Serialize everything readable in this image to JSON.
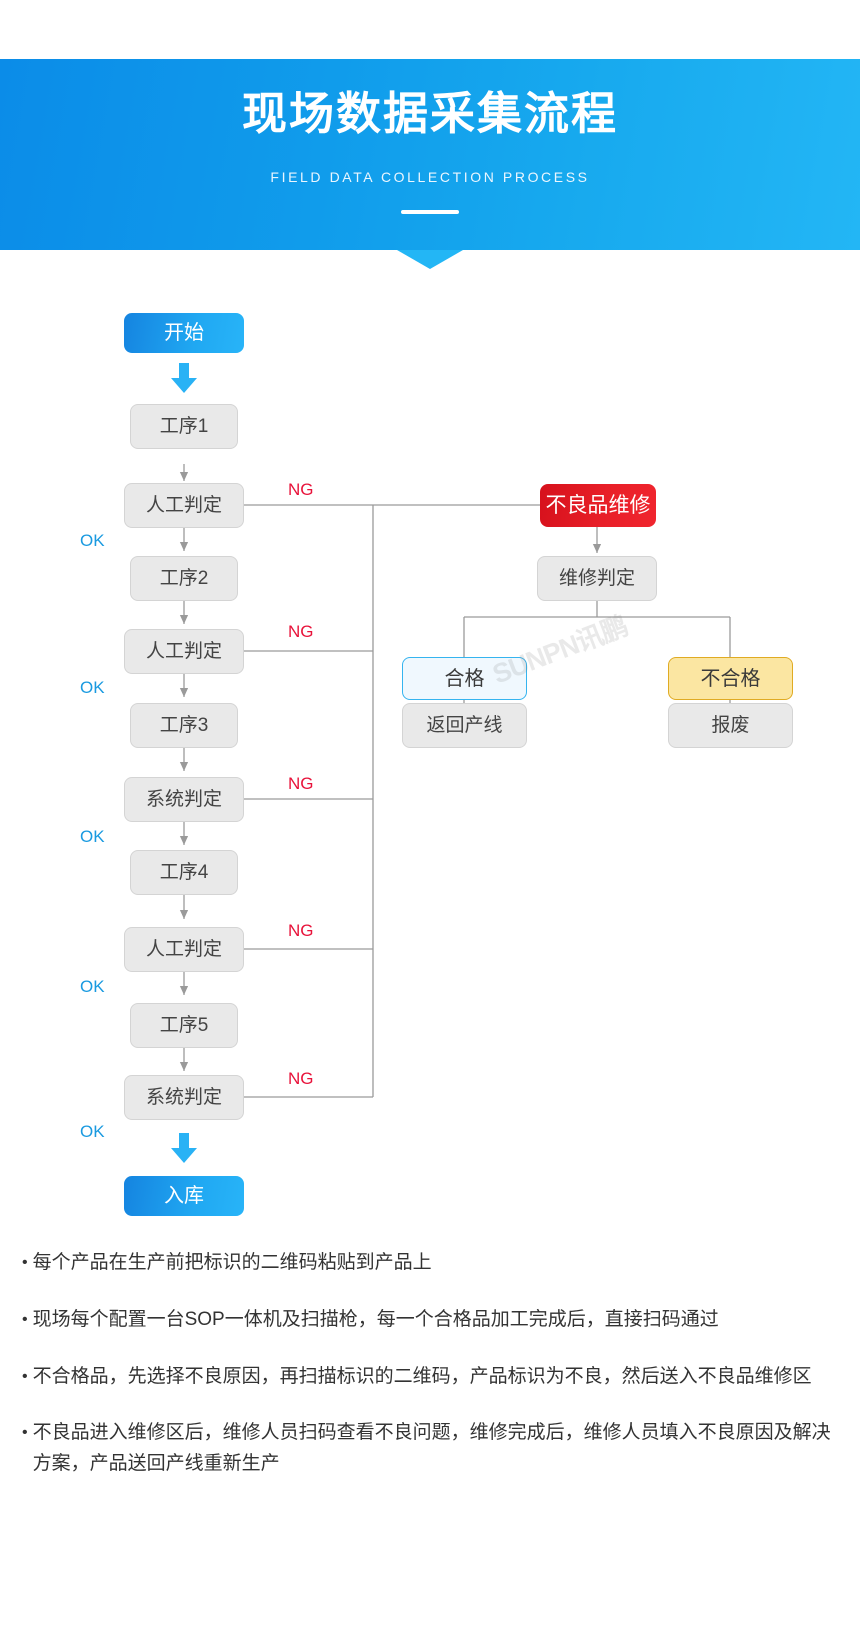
{
  "header": {
    "title": "现场数据采集流程",
    "subtitle": "FIELD DATA COLLECTION PROCESS"
  },
  "watermark": "SUNPN讯鹏",
  "colors": {
    "brand_blue": "#1e9ff2",
    "banner_gradient_start": "#0b8ce8",
    "banner_gradient_end": "#23b6f5",
    "node_grey_fill": "#e9e9e9",
    "node_grey_border": "#d4d4d4",
    "node_red_fill": "#e81f28",
    "node_cyan_fill": "#f0f8fe",
    "node_cyan_border": "#35b4ef",
    "node_gold_fill": "#fbe6a2",
    "node_gold_border": "#e0ab23",
    "ok_label": "#1a9ae0",
    "ng_label": "#e8123a",
    "connector_line": "#9a9a9a"
  },
  "flow": {
    "main_nodes": [
      {
        "id": "start",
        "label": "开始",
        "style": "blue"
      },
      {
        "id": "step1",
        "label": "工序1",
        "style": "grey"
      },
      {
        "id": "judge1",
        "label": "人工判定",
        "style": "grey"
      },
      {
        "id": "step2",
        "label": "工序2",
        "style": "grey"
      },
      {
        "id": "judge2",
        "label": "人工判定",
        "style": "grey"
      },
      {
        "id": "step3",
        "label": "工序3",
        "style": "grey"
      },
      {
        "id": "judge3",
        "label": "系统判定",
        "style": "grey"
      },
      {
        "id": "step4",
        "label": "工序4",
        "style": "grey"
      },
      {
        "id": "judge4",
        "label": "人工判定",
        "style": "grey"
      },
      {
        "id": "step5",
        "label": "工序5",
        "style": "grey"
      },
      {
        "id": "judge5",
        "label": "系统判定",
        "style": "grey"
      },
      {
        "id": "warehouse",
        "label": "入库",
        "style": "blue"
      }
    ],
    "branch_nodes": [
      {
        "id": "repair",
        "label": "不良品维修",
        "style": "red"
      },
      {
        "id": "repairjudge",
        "label": "维修判定",
        "style": "grey"
      },
      {
        "id": "pass",
        "label": "合格",
        "style": "cyan"
      },
      {
        "id": "fail",
        "label": "不合格",
        "style": "gold"
      },
      {
        "id": "returnline",
        "label": "返回产线",
        "style": "grey"
      },
      {
        "id": "scrap",
        "label": "报废",
        "style": "grey"
      }
    ],
    "ok_labels": [
      "OK",
      "OK",
      "OK",
      "OK",
      "OK"
    ],
    "ng_labels": [
      "NG",
      "NG",
      "NG",
      "NG",
      "NG"
    ]
  },
  "notes": [
    "每个产品在生产前把标识的二维码粘贴到产品上",
    "现场每个配置一台SOP一体机及扫描枪，每一个合格品加工完成后，直接扫码通过",
    "不合格品，先选择不良原因，再扫描标识的二维码，产品标识为不良，然后送入不良品维修区",
    "不良品进入维修区后，维修人员扫码查看不良问题，维修完成后，维修人员填入不良原因及解决方案，产品送回产线重新生产"
  ],
  "bullet_glyph": "•"
}
